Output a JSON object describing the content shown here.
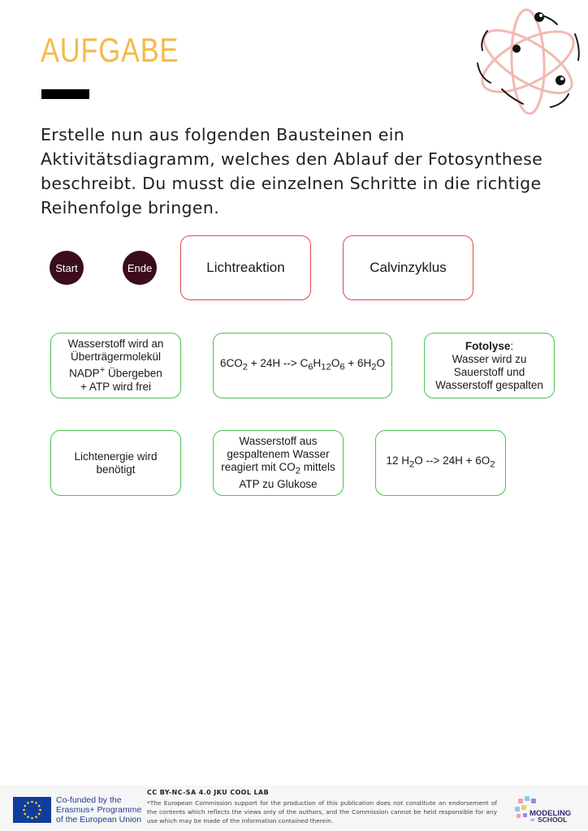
{
  "header": {
    "title": "AUFGABE",
    "title_color": "#f5b94a"
  },
  "intro": "Erstelle nun aus folgenden Bausteinen ein Aktivitätsdiagramm, welches den Ablauf der Fotosynthese beschreibt. Du musst die einzelnen Schritte in die richtige Reihenfolge bringen.",
  "nodes": {
    "start": "Start",
    "end": "Ende",
    "fill_color": "#3a0c1c"
  },
  "process_boxes": {
    "light_reaction": "Lichtreaktion",
    "calvin_cycle": "Calvinzyklus",
    "border_color": "#e04848"
  },
  "activity_boxes": {
    "border_color": "#4cc24c",
    "hydrogen_transfer": {
      "line1": "Wasserstoff wird an",
      "line2": "Überträgermolekül",
      "nadp": "NADP",
      "plus_sup": "+",
      "line3_rest": " Übergeben",
      "line4": "+ ATP wird frei"
    },
    "glucose_equation": {
      "coeff1": "6CO",
      "sub_2a": "2",
      "mid": " + 24H --> C",
      "sub_6a": "6",
      "h": "H",
      "sub_12": "12",
      "o": "O",
      "sub_6b": "6",
      "plus6h": " + 6H",
      "sub_2b": "2",
      "o_end": "O"
    },
    "photolysis": {
      "title": "Fotolyse",
      "colon": ":",
      "line1": "Wasser wird zu",
      "line2": "Sauerstoff und",
      "line3": "Wasserstoff gespalten"
    },
    "light_energy": {
      "line1": "Lichtenergie wird",
      "line2": "benötigt"
    },
    "hydrogen_glucose": {
      "line1": "Wasserstoff aus",
      "line2": "gespaltenem Wasser",
      "line3a": "reagiert mit CO",
      "sub_2": "2",
      "line3b": " mittels",
      "line4": "ATP zu Glukose"
    },
    "water_split_equation": {
      "a": "12 H",
      "sub_2a": "2",
      "b": "O --> 24H + 6O",
      "sub_2b": "2"
    }
  },
  "footer": {
    "eu_text": "Co-funded by the\nErasmus+ Programme\nof the European Union",
    "license": "CC BY-NC-SA 4.0 JKU COOL LAB",
    "disclaimer": "*The European Commission support for the production of this publication does not constitute an endorsement of the contents which reflects the views only of the authors, and the Commission cannot be held responsible for any use which may be made of the information contained therein.",
    "logo_word1": "MODELING",
    "logo_small": "AT",
    "logo_word2": "SCHOOL"
  }
}
